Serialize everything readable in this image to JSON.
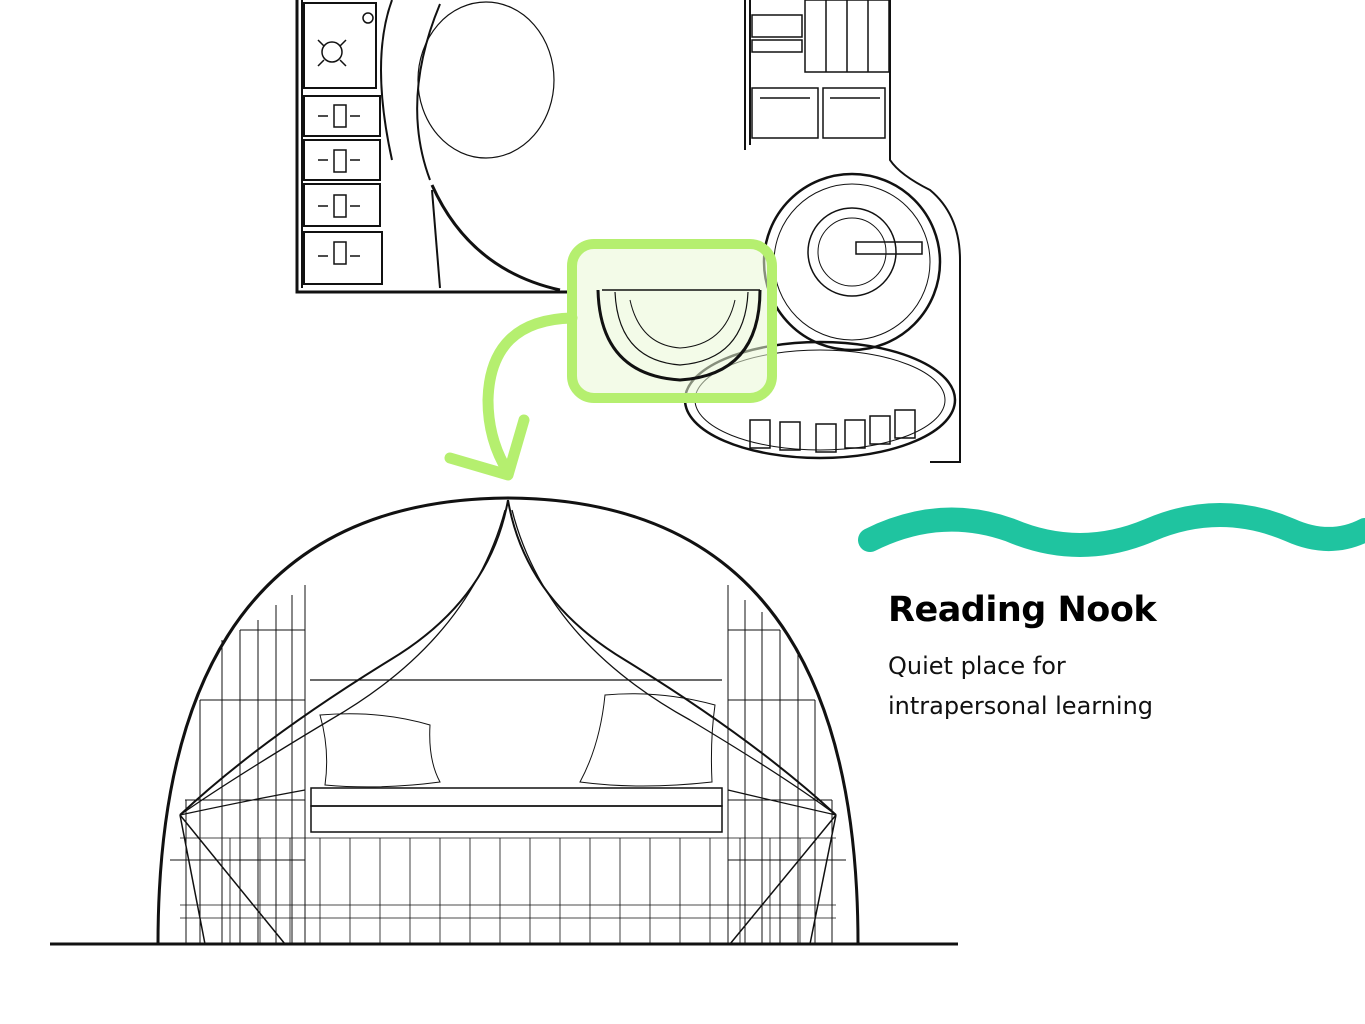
{
  "caption": {
    "title": "Reading Nook",
    "description": "Quiet place for intrapersonal learning"
  },
  "colors": {
    "highlight": "#b5ef6f",
    "highlight_fill": "#eaf8d6",
    "wave": "#1fc4a0",
    "line": "#111111"
  },
  "icons": [
    "floor-plan-drawing",
    "highlight-frame",
    "curved-arrow-icon",
    "wave-decoration",
    "reading-nook-elevation-drawing"
  ]
}
